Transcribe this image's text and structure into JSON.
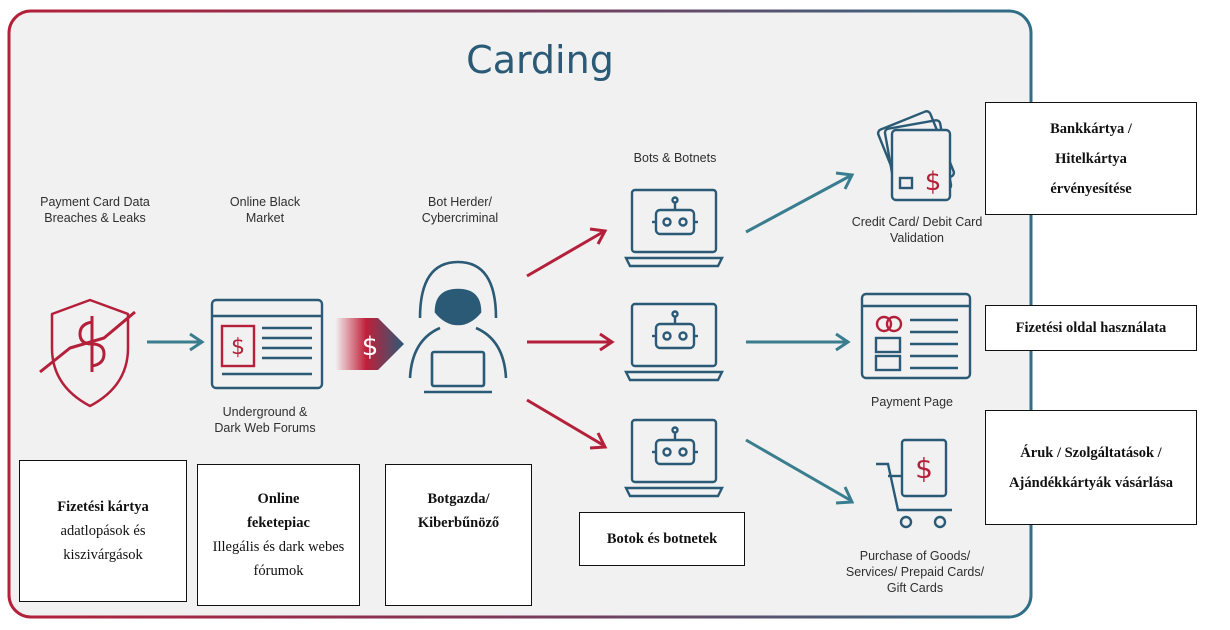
{
  "diagram": {
    "title": "Carding",
    "captions": {
      "breaches": "Payment Card Data Breaches & Leaks",
      "market": "Online Black Market",
      "forums": "Underground & Dark Web Forums",
      "herder": "Bot Herder/ Cybercriminal",
      "bots": "Bots & Botnets",
      "validation": "Credit Card/ Debit Card Validation",
      "payment_page": "Payment Page",
      "purchase": "Purchase of Goods/ Services/ Prepaid Cards/ Gift Cards"
    }
  },
  "annotations": {
    "box1": {
      "bold": "Fizetési kártya",
      "rest": "adatlopások és kiszivárgások"
    },
    "box2": {
      "bold": "Online feketepiac",
      "rest": "Illegális és dark webes fórumok"
    },
    "box3": {
      "bold": "Botgazda/ Kiberbűnöző"
    },
    "box4": {
      "bold": "Botok és botnetek"
    },
    "box5": {
      "bold": "Bankkártya / Hitelkártya érvényesítése"
    },
    "box6": {
      "bold": "Fizetési oldal használata"
    },
    "box7": {
      "bold": "Áruk / Szolgáltatások / Ajándékkártyák vásárlása"
    }
  },
  "colors": {
    "teal": "#3a7d8f",
    "red": "#b4203a",
    "navy": "#2b5a76"
  }
}
